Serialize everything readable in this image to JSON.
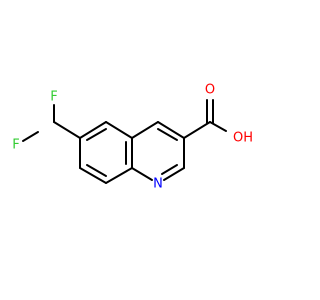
{
  "molecule": {
    "atoms": {
      "F1": "F",
      "F2": "F",
      "O_carbonyl": "O",
      "O_hydroxyl": "OH",
      "N": "N"
    },
    "colors": {
      "bond": "#000000",
      "F": "#33cc33",
      "O": "#ff0000",
      "N": "#0000ff",
      "background": "#ffffff"
    }
  }
}
